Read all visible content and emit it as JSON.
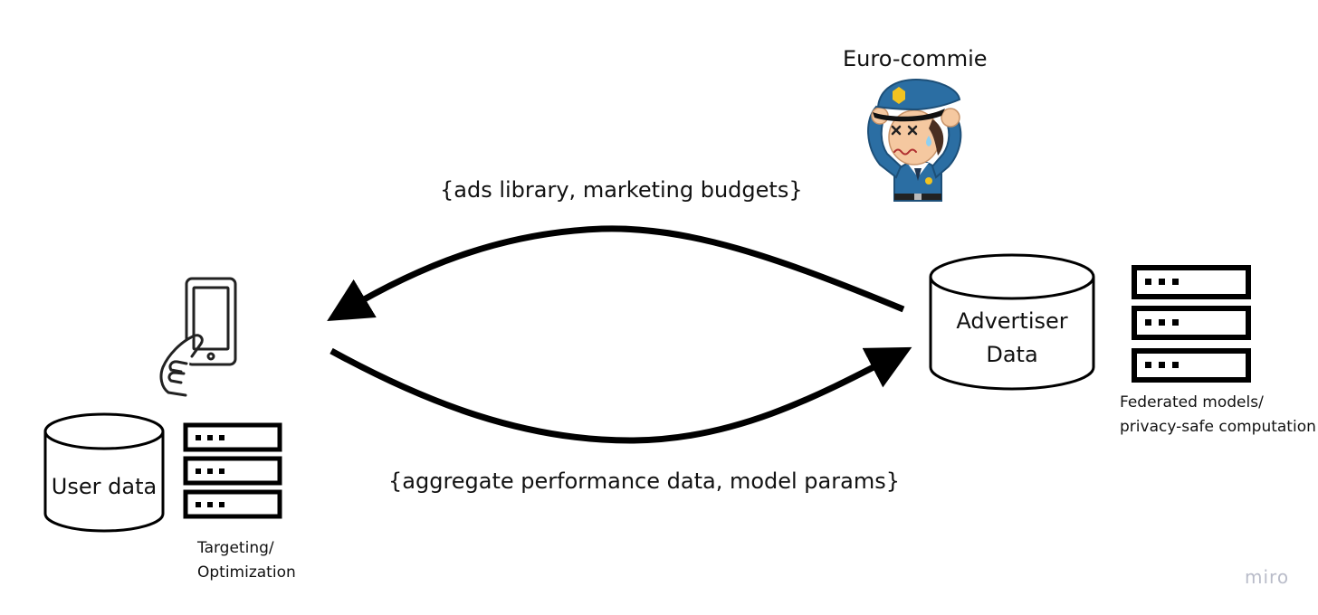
{
  "flows": {
    "top": "{ads library, marketing budgets}",
    "bottom": "{aggregate performance data, model params}"
  },
  "officer": {
    "label": "Euro-commie"
  },
  "user_db": {
    "label": "User data"
  },
  "advertiser_db": {
    "line1": "Advertiser",
    "line2": "Data"
  },
  "left_servers": {
    "caption_line1": "Targeting/",
    "caption_line2": "Optimization"
  },
  "right_servers": {
    "caption_line1": "Federated models/",
    "caption_line2": "privacy-safe computation"
  },
  "watermark": "miro",
  "colors": {
    "ink": "#111111",
    "officer_uniform": "#2b6ea3",
    "officer_skin": "#f5c8a0",
    "badge": "#f2c320",
    "watermark": "#b9bcc9"
  }
}
